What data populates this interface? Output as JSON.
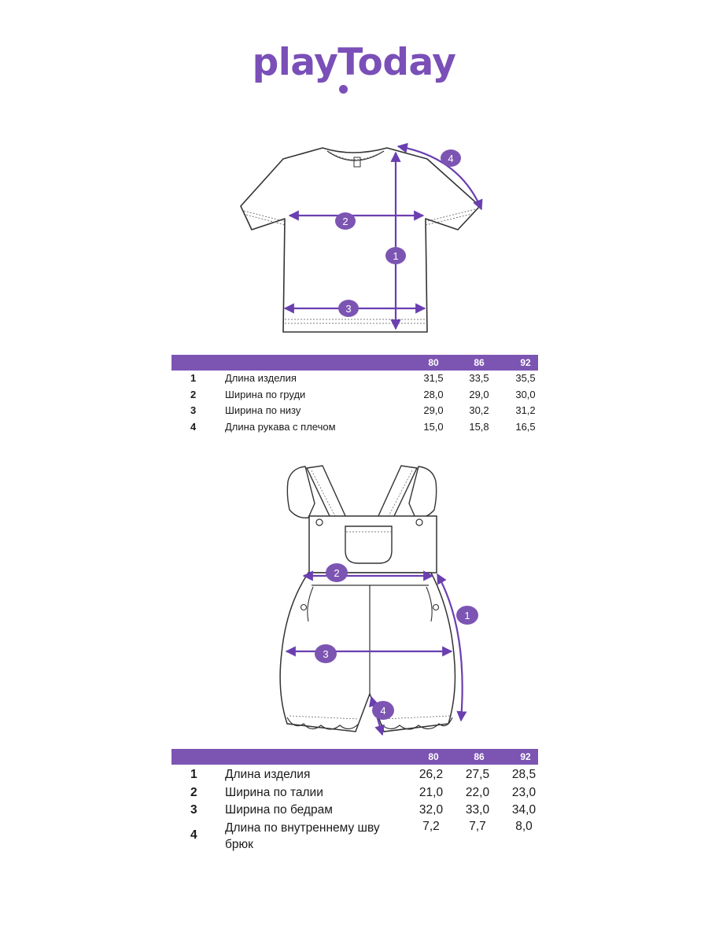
{
  "brand": {
    "logo_text": "playToday",
    "accent_color": "#7c55b3"
  },
  "tshirt": {
    "markers": [
      "1",
      "2",
      "3",
      "4"
    ],
    "table": {
      "sizes": [
        "80",
        "86",
        "92"
      ],
      "rows": [
        {
          "num": "1",
          "label": "Длина изделия",
          "values": [
            "31,5",
            "33,5",
            "35,5"
          ]
        },
        {
          "num": "2",
          "label": "Ширина по груди",
          "values": [
            "28,0",
            "29,0",
            "30,0"
          ]
        },
        {
          "num": "3",
          "label": "Ширина по низу",
          "values": [
            "29,0",
            "30,2",
            "31,2"
          ]
        },
        {
          "num": "4",
          "label": "Длина рукава с плечом",
          "values": [
            "15,0",
            "15,8",
            "16,5"
          ]
        }
      ]
    }
  },
  "overalls": {
    "markers": [
      "1",
      "2",
      "3",
      "4"
    ],
    "table": {
      "sizes": [
        "80",
        "86",
        "92"
      ],
      "rows": [
        {
          "num": "1",
          "label": "Длина изделия",
          "values": [
            "26,2",
            "27,5",
            "28,5"
          ]
        },
        {
          "num": "2",
          "label": "Ширина по талии",
          "values": [
            "21,0",
            "22,0",
            "23,0"
          ]
        },
        {
          "num": "3",
          "label": "Ширина по бедрам",
          "values": [
            "32,0",
            "33,0",
            "34,0"
          ]
        },
        {
          "num": "4",
          "label": "Длина по внутреннему шву брюк",
          "values": [
            "7,2",
            "7,7",
            "8,0"
          ]
        }
      ]
    }
  }
}
